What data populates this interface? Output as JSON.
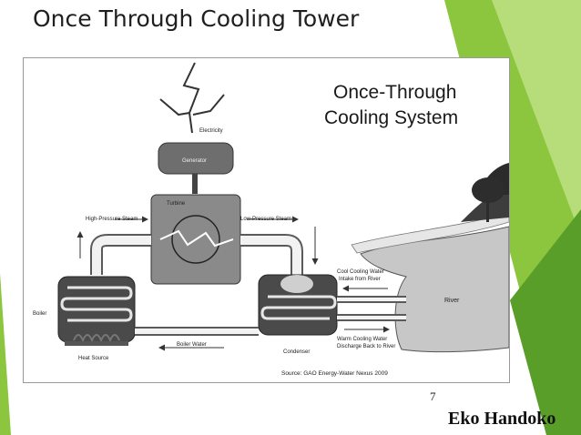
{
  "slide": {
    "title": "Once Through Cooling Tower",
    "page_number": "7",
    "author": "Eko Handoko"
  },
  "diagram": {
    "title_line1": "Once-Through",
    "title_line2": "Cooling System",
    "labels": {
      "electricity": "Electricity",
      "generator": "Generator",
      "turbine": "Turbine",
      "high_pressure_steam": "High-Pressure Steam",
      "low_pressure_steam": "Low-Pressure Steam",
      "boiler": "Boiler",
      "heat_source": "Heat Source",
      "boiler_water": "Boiler Water",
      "condenser": "Condenser",
      "cool_water_line1": "Cool Cooling Water",
      "cool_water_line2": "Intake from River",
      "warm_water_line1": "Warm Cooling Water",
      "warm_water_line2": "Discharge Back to River",
      "river": "River",
      "source": "Source: GAO Energy-Water Nexus 2009"
    }
  },
  "colors": {
    "accent_green": "#8cc63f",
    "dark_green": "#5a9e2a",
    "diagram_gray": "#6e6e6e"
  }
}
